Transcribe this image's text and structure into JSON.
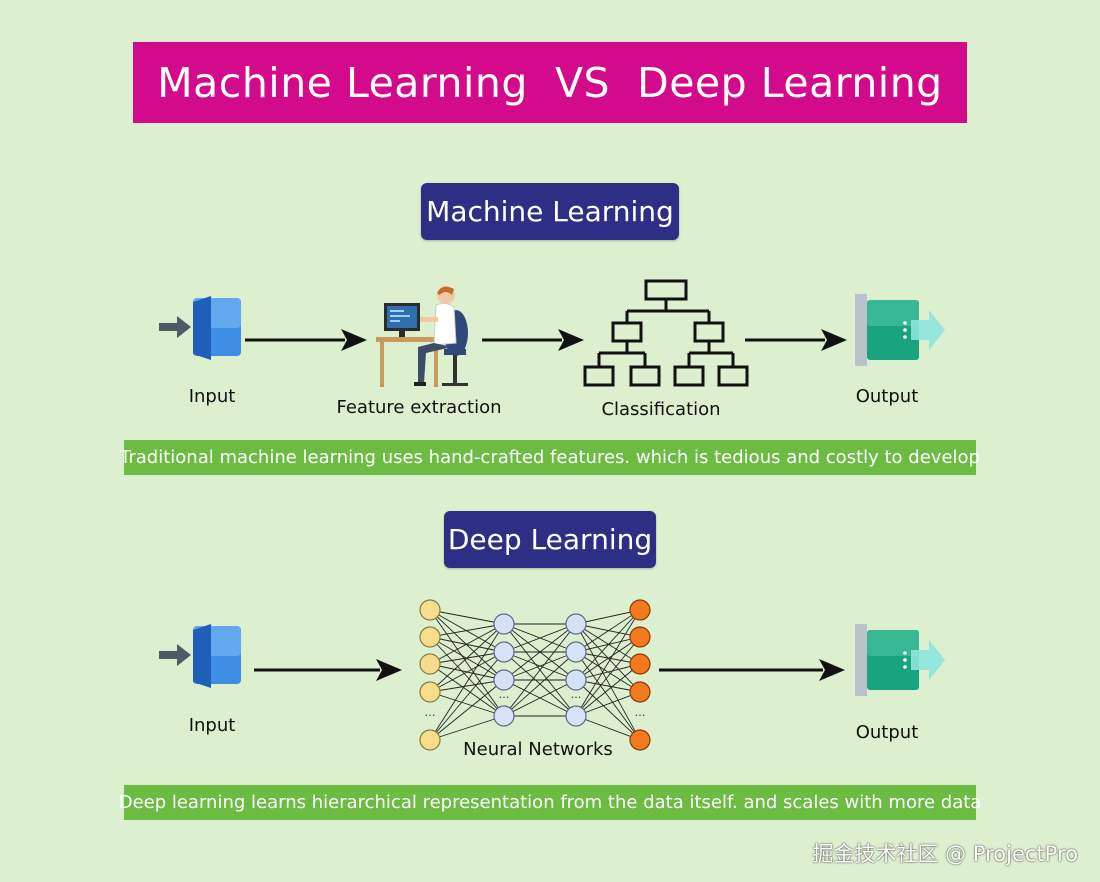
{
  "title": "Machine Learning  VS  Deep Learning",
  "machine_learning": {
    "heading": "Machine Learning",
    "input_label": "Input",
    "feature_label": "Feature extraction",
    "classification_label": "Classification",
    "output_label": "Output",
    "caption": "Traditional machine learning uses hand-crafted features. which is tedious and costly to develop"
  },
  "deep_learning": {
    "heading": "Deep Learning",
    "input_label": "Input",
    "network_label": "Neural Networks",
    "output_label": "Output",
    "caption": "Deep learning learns hierarchical representation from the data itself. and scales with more data"
  },
  "watermark": "掘金技术社区 @ ProjectPro",
  "colors": {
    "background": "#dcefcf",
    "title_bar": "#d20a8b",
    "section_title": "#2d2f85",
    "caption_bar": "#6cbc44",
    "input_neuron": "#f5dd8c",
    "hidden_neuron": "#d6e2f5",
    "output_neuron": "#f2791e"
  },
  "icons": {
    "input": "enter-door-icon",
    "output": "exit-door-icon",
    "feature": "person-at-computer-icon",
    "classification": "tree-hierarchy-icon",
    "network": "neural-network-icon"
  }
}
